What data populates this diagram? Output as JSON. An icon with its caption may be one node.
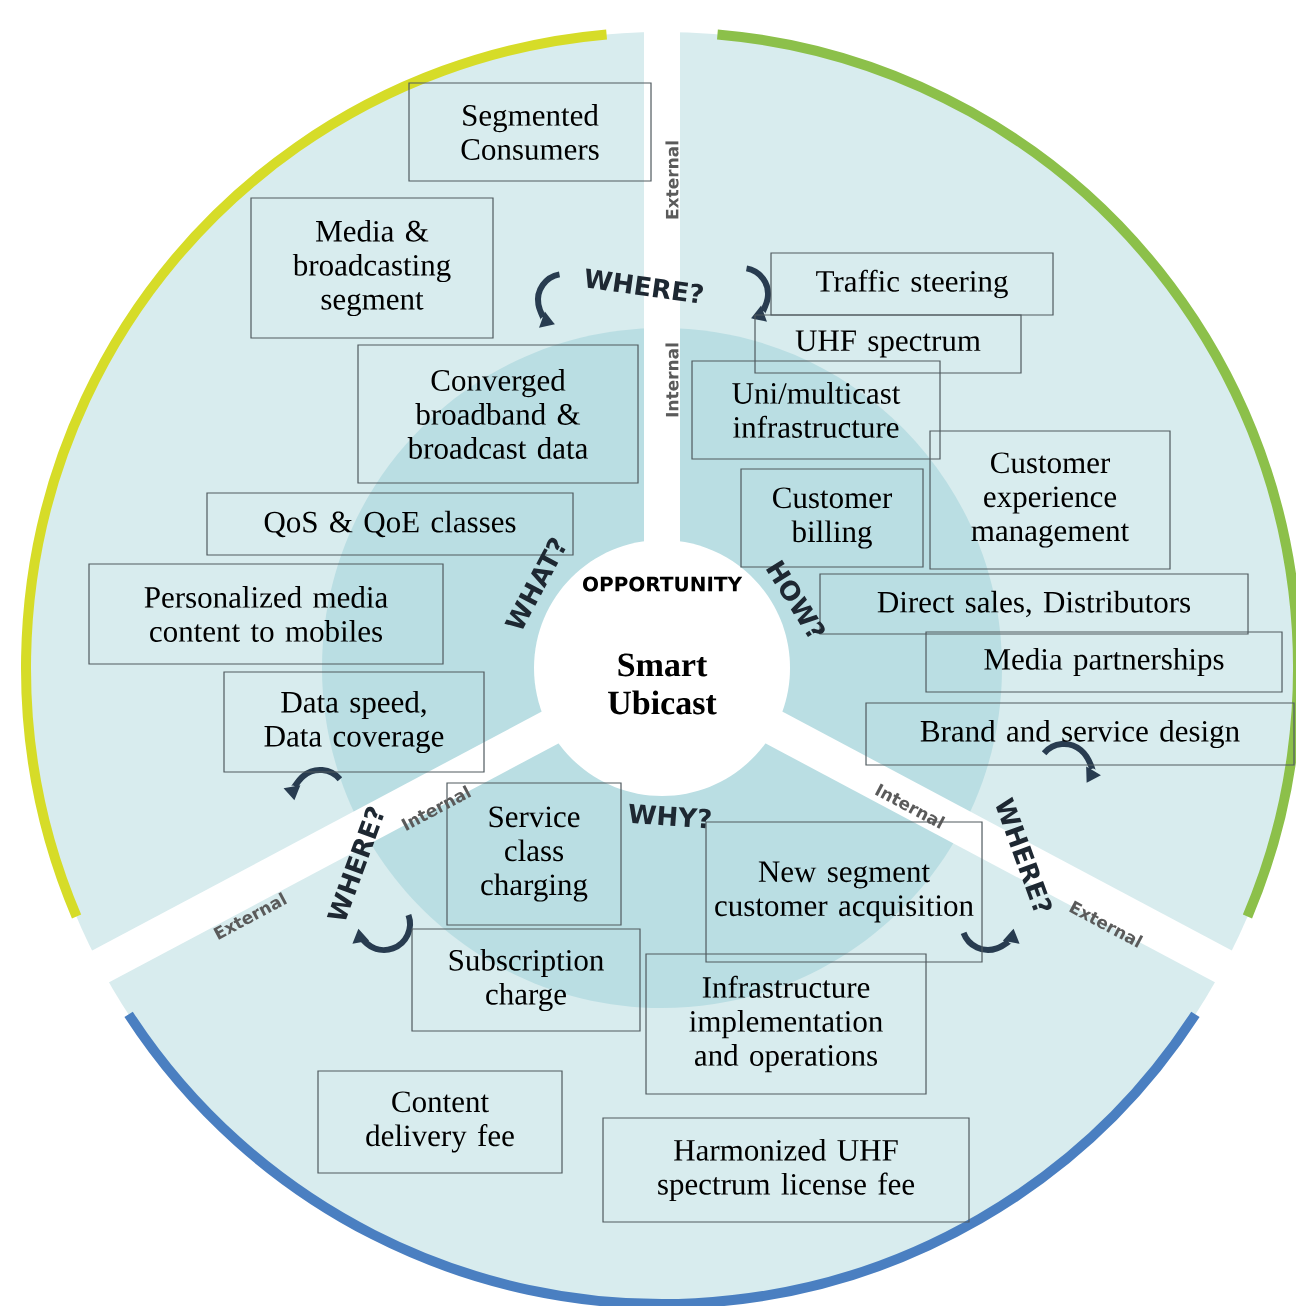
{
  "diagram": {
    "nodes": [
      {
        "text": [
          "OPPORTUNITY",
          "Smart Ubicast"
        ]
      },
      {
        "text": [
          "Segmented Consumers"
        ]
      },
      {
        "text": [
          "Media & broadcasting segment"
        ]
      },
      {
        "text": [
          "Traffic steering"
        ]
      },
      {
        "text": [
          "UHF spectrum"
        ]
      },
      {
        "text": [
          "Converged broadband & broadcast data"
        ]
      },
      {
        "text": [
          "Uni/multicast infrastructure"
        ]
      },
      {
        "text": [
          "Customer experience management"
        ]
      },
      {
        "text": [
          "QoS & QoE classes"
        ]
      },
      {
        "text": [
          "Customer billing"
        ]
      },
      {
        "text": [
          "Direct sales, Distributors"
        ]
      },
      {
        "text": [
          "Personalized media content to mobiles"
        ]
      },
      {
        "text": [
          "Media partnerships"
        ]
      },
      {
        "text": [
          "Data speed, Data coverage"
        ]
      },
      {
        "text": [
          "Brand and service design"
        ]
      },
      {
        "text": [
          "Service class charging"
        ]
      },
      {
        "text": [
          "New segment customer acquisition"
        ]
      },
      {
        "text": [
          "Subscription charge"
        ]
      },
      {
        "text": [
          "Infrastructure implementation and operations"
        ]
      },
      {
        "text": [
          "Content delivery fee"
        ]
      },
      {
        "text": [
          "Harmonized UHF spectrum license fee"
        ]
      }
    ],
    "labels": [
      "External",
      "WHERE?",
      "Internal",
      "WHAT?",
      "HOW?",
      "WHERE?",
      "Internal",
      "External",
      "WHY?",
      "Internal",
      "WHERE?",
      "External"
    ]
  }
}
